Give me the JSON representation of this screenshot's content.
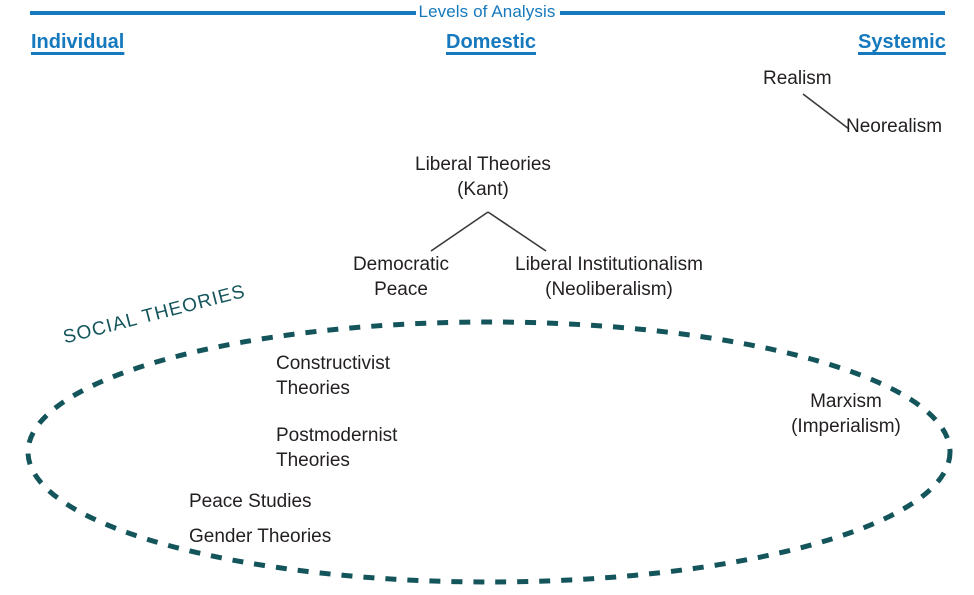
{
  "figure": {
    "caption": "Levels of Analysis",
    "accent_color": "#1679bd",
    "text_color": "#231f20",
    "social_color": "#14555c"
  },
  "levels": [
    {
      "label": "Individual"
    },
    {
      "label": "Domestic"
    },
    {
      "label": "Systemic"
    }
  ],
  "nodes": {
    "realism": "Realism",
    "neorealism": "Neorealism",
    "liberal_theories": "Liberal Theories\n(Kant)",
    "liberal_theories_line1": "Liberal Theories",
    "liberal_theories_line2": "(Kant)",
    "democratic_peace_line1": "Democratic",
    "democratic_peace_line2": "Peace",
    "liberal_institutionalism_line1": "Liberal Institutionalism",
    "liberal_institutionalism_line2": "(Neoliberalism)",
    "constructivist_line1": "Constructivist",
    "constructivist_line2": "Theories",
    "postmodernist_line1": "Postmodernist",
    "postmodernist_line2": "Theories",
    "peace_studies": "Peace Studies",
    "gender_theories": "Gender Theories",
    "marxism_line1": "Marxism",
    "marxism_line2": "(Imperialism)"
  },
  "grouping": {
    "social_theories_label": "SOCIAL THEORIES",
    "members": [
      "Constructivist Theories",
      "Postmodernist Theories",
      "Peace Studies",
      "Gender Theories",
      "Marxism (Imperialism)"
    ]
  },
  "connectors": [
    {
      "from": "Realism",
      "to": "Neorealism"
    },
    {
      "from": "Liberal Theories (Kant)",
      "to": "Democratic Peace"
    },
    {
      "from": "Liberal Theories (Kant)",
      "to": "Liberal Institutionalism (Neoliberalism)"
    }
  ]
}
